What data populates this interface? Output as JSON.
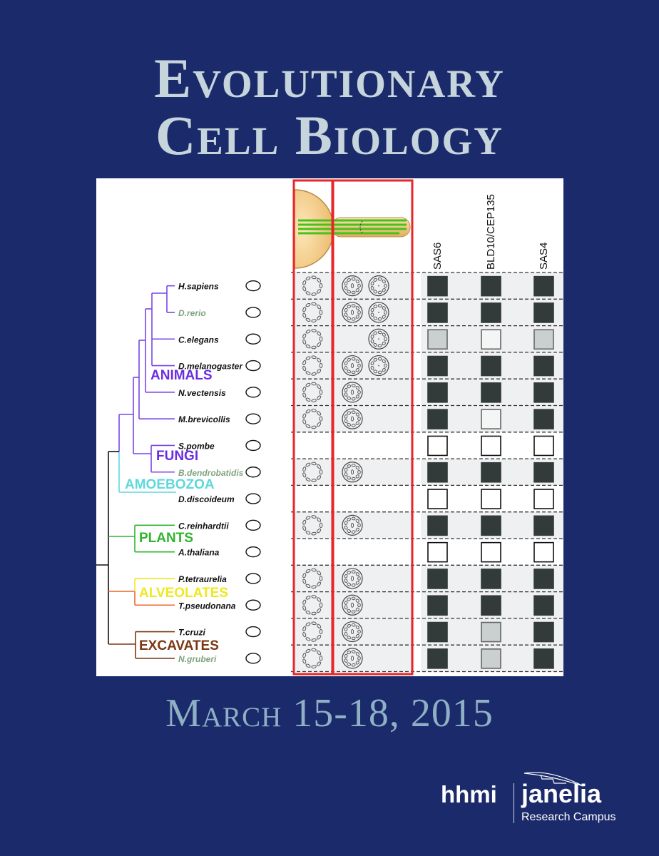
{
  "poster": {
    "title_line1": "Evolutionary",
    "title_line2": "Cell Biology",
    "date": "March 15-18, 2015",
    "logo": {
      "hhmi": "hhmi",
      "janelia": "janelia",
      "campus": "Research Campus"
    }
  },
  "colors": {
    "background": "#1b2a6b",
    "title": "#c6d4dc",
    "date": "#8fb0c4",
    "highlight_box": "#e8262a",
    "present": "#333a3a",
    "partial": "#c9d0cf",
    "absent": "#ffffff"
  },
  "figure": {
    "genes": [
      "SAS6",
      "BLD10/CEP135",
      "SAS4"
    ],
    "groups": [
      {
        "name": "ANIMALS",
        "color": "#6a2ee0"
      },
      {
        "name": "FUNGI",
        "color": "#6a2ee0"
      },
      {
        "name": "AMOEBOZOA",
        "color": "#5fd8dc"
      },
      {
        "name": "PLANTS",
        "color": "#2fb52f"
      },
      {
        "name": "ALVEOLATES",
        "color": "#efe820"
      },
      {
        "name": "EXCAVATES",
        "color": "#7a3914"
      }
    ],
    "species": [
      {
        "name": "H.sapiens",
        "label_color": "#111111",
        "basal": 1,
        "axoneme": 2,
        "genes": [
          "present",
          "present",
          "present"
        ]
      },
      {
        "name": "D.rerio",
        "label_color": "#7fa37f",
        "basal": 1,
        "axoneme": 2,
        "genes": [
          "present",
          "present",
          "present"
        ]
      },
      {
        "name": "C.elegans",
        "label_color": "#111111",
        "basal": 1,
        "axoneme": 1,
        "axoneme_offset": true,
        "genes": [
          "partial",
          "faint",
          "partial"
        ]
      },
      {
        "name": "D.melanogaster",
        "label_color": "#111111",
        "basal": 1,
        "axoneme": 2,
        "genes": [
          "present",
          "present",
          "present"
        ]
      },
      {
        "name": "N.vectensis",
        "label_color": "#111111",
        "basal": 1,
        "axoneme": 1,
        "genes": [
          "present",
          "present",
          "present"
        ]
      },
      {
        "name": "M.brevicollis",
        "label_color": "#111111",
        "basal": 1,
        "axoneme": 1,
        "genes": [
          "present",
          "faint",
          "present"
        ]
      },
      {
        "name": "S.pombe",
        "label_color": "#111111",
        "basal": 0,
        "axoneme": 0,
        "genes": [
          "absent",
          "absent",
          "absent"
        ]
      },
      {
        "name": "B.dendrobatidis",
        "label_color": "#7fa37f",
        "basal": 1,
        "axoneme": 1,
        "genes": [
          "present",
          "present",
          "present"
        ]
      },
      {
        "name": "D.discoideum",
        "label_color": "#111111",
        "basal": 0,
        "axoneme": 0,
        "genes": [
          "absent",
          "absent",
          "absent"
        ]
      },
      {
        "name": "C.reinhardtii",
        "label_color": "#111111",
        "basal": 1,
        "axoneme": 1,
        "genes": [
          "present",
          "present",
          "present"
        ]
      },
      {
        "name": "A.thaliana",
        "label_color": "#111111",
        "basal": 0,
        "axoneme": 0,
        "genes": [
          "absent",
          "absent",
          "absent"
        ]
      },
      {
        "name": "P.tetraurelia",
        "label_color": "#111111",
        "basal": 1,
        "axoneme": 1,
        "genes": [
          "present",
          "present",
          "present"
        ]
      },
      {
        "name": "T.pseudonana",
        "label_color": "#111111",
        "basal": 1,
        "axoneme": 1,
        "genes": [
          "present",
          "present",
          "present"
        ]
      },
      {
        "name": "T.cruzi",
        "label_color": "#111111",
        "basal": 1,
        "axoneme": 1,
        "genes": [
          "present",
          "partial",
          "present"
        ]
      },
      {
        "name": "N.gruberi",
        "label_color": "#7fa37f",
        "basal": 1,
        "axoneme": 1,
        "genes": [
          "present",
          "partial",
          "present"
        ]
      }
    ]
  }
}
